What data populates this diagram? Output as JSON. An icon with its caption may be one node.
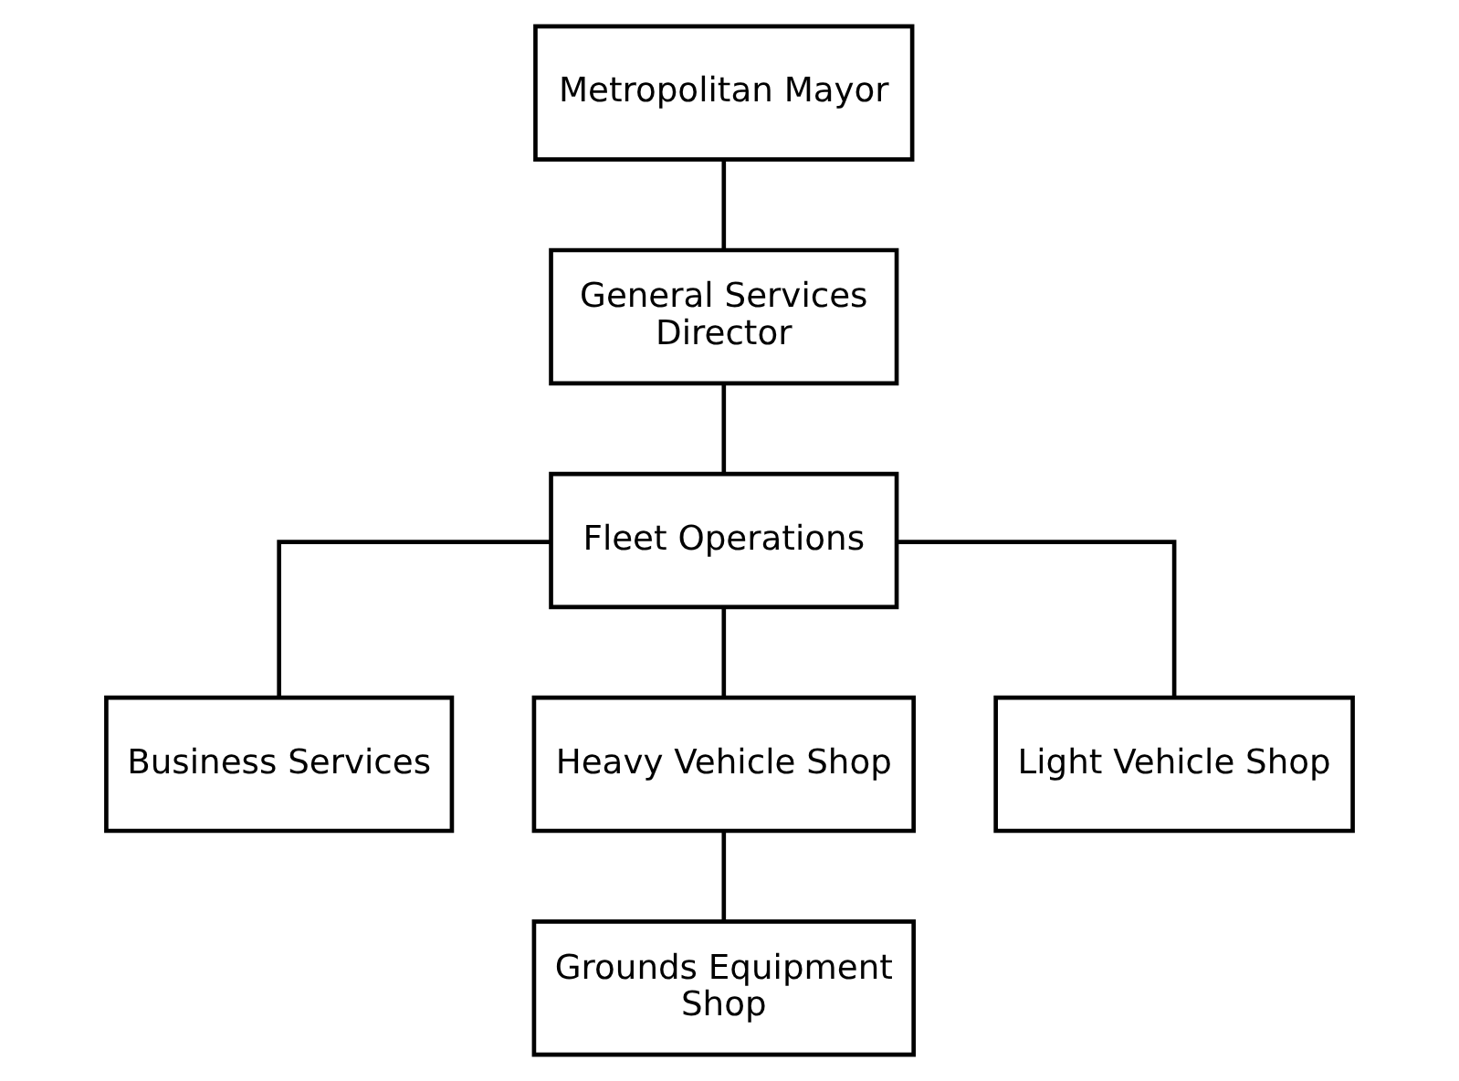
{
  "diagram": {
    "nodes": [
      {
        "text": [
          "Metropolitan Mayor"
        ]
      },
      {
        "text": [
          "General Services Director"
        ]
      },
      {
        "text": [
          "Fleet Operations"
        ]
      },
      {
        "text": [
          "Business Services"
        ]
      },
      {
        "text": [
          "Heavy Vehicle Shop"
        ]
      },
      {
        "text": [
          "Light Vehicle Shop"
        ]
      },
      {
        "text": [
          "Grounds Equipment Shop"
        ]
      }
    ],
    "edges": [
      {
        "from": 0,
        "to": 1,
        "arrow": "none"
      },
      {
        "from": 1,
        "to": 2,
        "arrow": "none"
      },
      {
        "from": 2,
        "to": 3,
        "arrow": "none"
      },
      {
        "from": 2,
        "to": 4,
        "arrow": "none"
      },
      {
        "from": 2,
        "to": 5,
        "arrow": "none"
      },
      {
        "from": 4,
        "to": 6,
        "arrow": "none"
      }
    ]
  }
}
